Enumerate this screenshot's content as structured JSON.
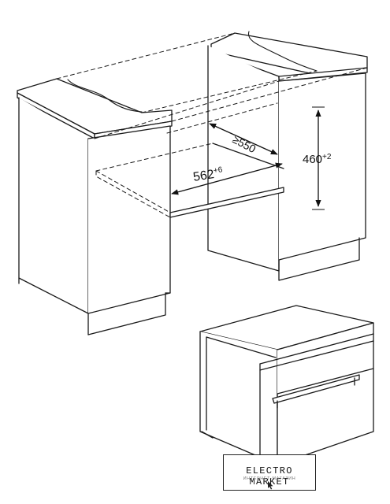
{
  "dimensions": {
    "depth": "≥550",
    "width_main": "562",
    "width_tolerance": "+6",
    "height_main": "460",
    "height_tolerance": "+2"
  },
  "watermark": {
    "title": "ELECTRO MARKET",
    "subtitle": "ИНТЕРНЕТ-МАГАЗИН",
    "cursor_icon": "cursor-arrow-icon"
  }
}
